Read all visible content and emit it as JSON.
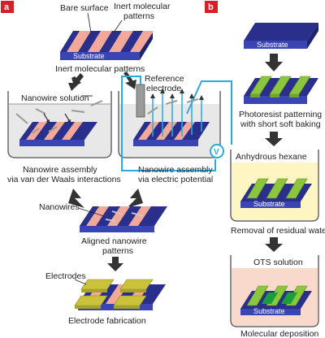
{
  "panels": [
    {
      "letter": "a",
      "color": "#d62027"
    },
    {
      "letter": "b",
      "color": "#d62027"
    }
  ],
  "colors": {
    "substrate_top": "#2a2f8c",
    "substrate_side": "#3b44b3",
    "stripe": "#f2a99a",
    "photoresist": "#8cc63f",
    "otsdeposit": "#1a9e3a",
    "arrow": "#333333",
    "blue_arrow": "#29abe2",
    "bath_yellow": "#fdf5c2",
    "bath_pink": "#f8d9cc",
    "electrode": "#c9c23a"
  },
  "panel_a": {
    "bare_surface": "Bare surface",
    "inert_top_line1": "Inert molecular",
    "inert_top_line2": "patterns",
    "substrate": "Substrate",
    "inert_caption": "Inert molecular patterns",
    "reference_line1": "Reference",
    "reference_line2": "electrode",
    "nanowire_solution": "Nanowire solution",
    "assembly_vdw_line1": "Nanowire assembly",
    "assembly_vdw_line2": "via van der Waals interactions",
    "assembly_ep_line1": "Nanowire assembly",
    "assembly_ep_line2": "via electric potential",
    "voltage_symbol": "V",
    "nanowires": "Nanowires",
    "aligned_line1": "Aligned nanowire",
    "aligned_line2": "patterns",
    "electrodes": "Electrodes",
    "electrode_fab": "Electrode fabrication"
  },
  "panel_b": {
    "substrate": "Substrate",
    "photoresist_line1": "Photoresist patterning",
    "photoresist_line2": "with short soft baking",
    "anhydrous": "Anhydrous hexane",
    "removal": "Removal of residual water",
    "ots": "OTS solution",
    "deposition": "Molecular deposition"
  }
}
